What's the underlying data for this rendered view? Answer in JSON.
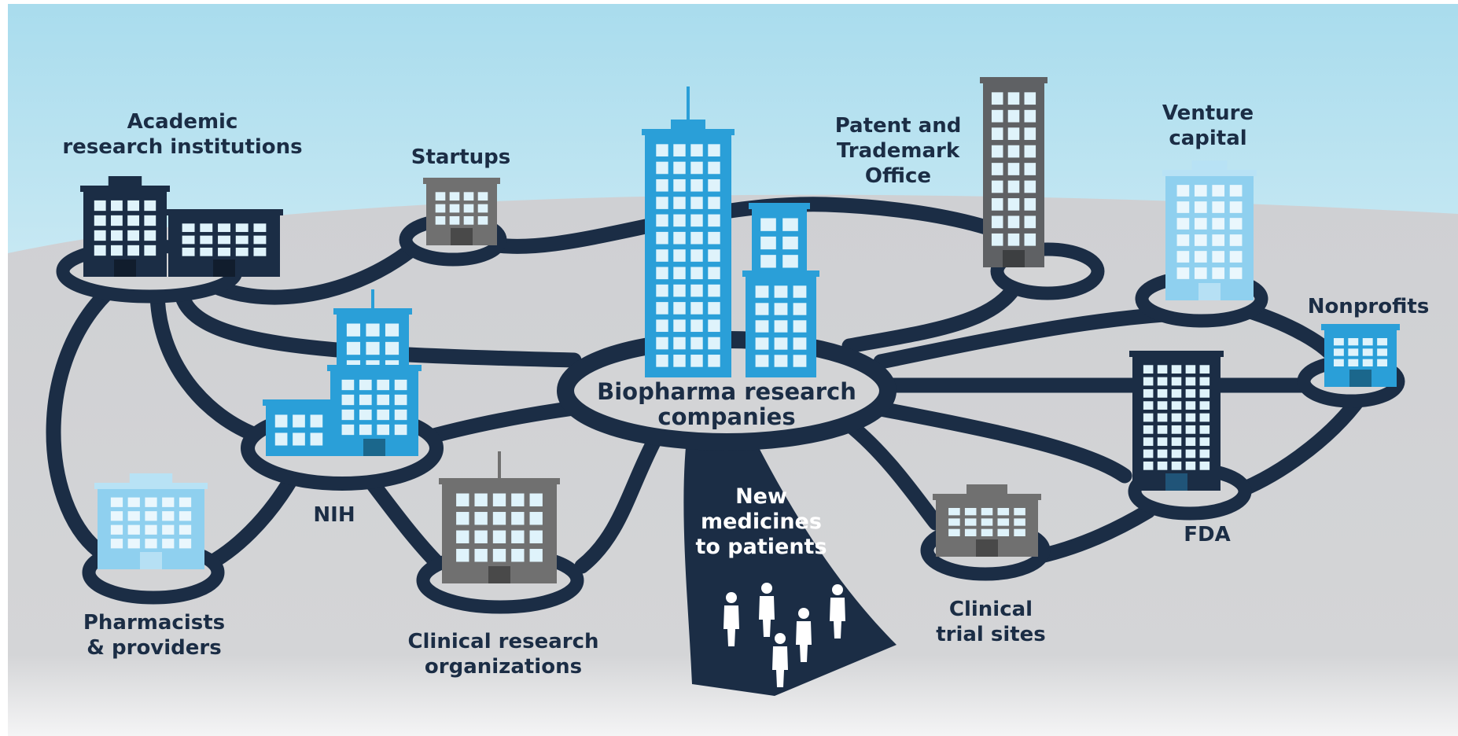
{
  "colors": {
    "navy": "#1b2d45",
    "sky_top": "#a9dced",
    "ground": "#d3d4d6",
    "blue": "#2a9fd8",
    "light_blue": "#8fd0ef",
    "gray_building": "#707070",
    "window": "#dff3fb"
  },
  "nodes": {
    "academic": {
      "label_lines": [
        "Academic",
        "research institutions"
      ],
      "icon": "building-icon"
    },
    "startups": {
      "label_lines": [
        "Startups"
      ],
      "icon": "building-icon"
    },
    "patent": {
      "label_lines": [
        "Patent and",
        "Trademark",
        "Office"
      ],
      "icon": "building-icon"
    },
    "venture": {
      "label_lines": [
        "Venture",
        "capital"
      ],
      "icon": "building-icon"
    },
    "nonprofits": {
      "label_lines": [
        "Nonprofits"
      ],
      "icon": "building-icon"
    },
    "biopharma": {
      "label_lines": [
        "Biopharma research",
        "companies"
      ],
      "icon": "skyscraper-icon"
    },
    "nih": {
      "label_lines": [
        "NIH"
      ],
      "icon": "building-icon"
    },
    "pharmacists": {
      "label_lines": [
        "Pharmacists",
        "& providers"
      ],
      "icon": "building-icon"
    },
    "cro": {
      "label_lines": [
        "Clinical research",
        "organizations"
      ],
      "icon": "building-icon"
    },
    "new_medicines": {
      "label_lines": [
        "New",
        "medicines",
        "to patients"
      ],
      "icon": "people-icon"
    },
    "clinical_sites": {
      "label_lines": [
        "Clinical",
        "trial sites"
      ],
      "icon": "building-icon"
    },
    "fda": {
      "label_lines": [
        "FDA"
      ],
      "icon": "building-icon"
    }
  }
}
